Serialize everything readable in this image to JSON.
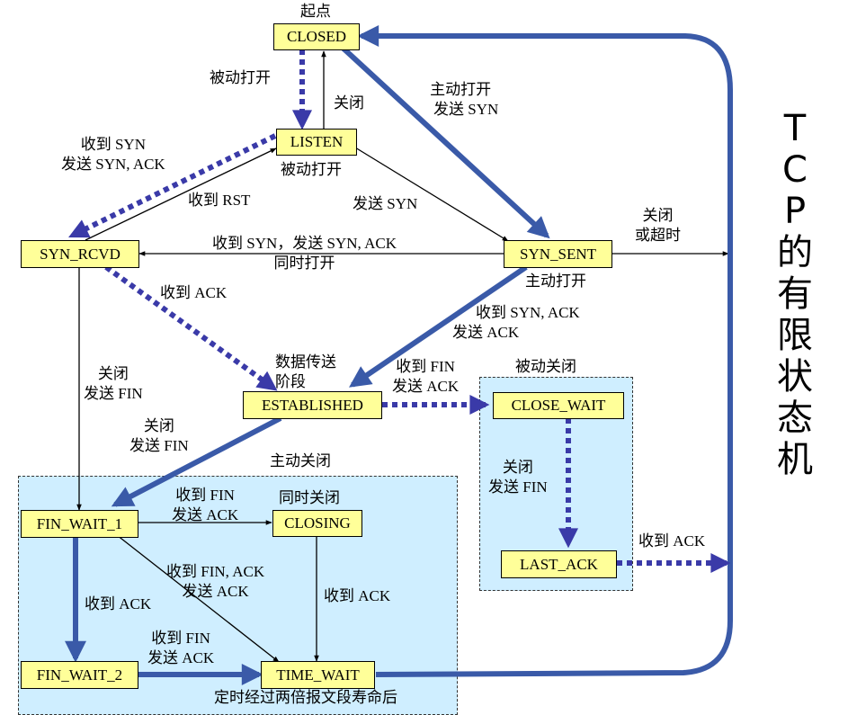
{
  "title": [
    "T",
    "C",
    "P",
    "的",
    "有",
    "限",
    "状",
    "态",
    "机"
  ],
  "start_label": "起点",
  "states": {
    "closed": "CLOSED",
    "listen": "LISTEN",
    "syn_rcvd": "SYN_RCVD",
    "syn_sent": "SYN_SENT",
    "established": "ESTABLISHED",
    "close_wait": "CLOSE_WAIT",
    "last_ack": "LAST_ACK",
    "fin_wait_1": "FIN_WAIT_1",
    "closing": "CLOSING",
    "fin_wait_2": "FIN_WAIT_2",
    "time_wait": "TIME_WAIT"
  },
  "regions": {
    "active_close": "主动关闭",
    "passive_close": "被动关闭"
  },
  "labels": {
    "passive_open_1": "被动打开",
    "close_1": "关闭",
    "active_open_send": [
      "主动打开",
      "发送 SYN"
    ],
    "recv_syn_send_synack": [
      "收到 SYN",
      "发送 SYN, ACK"
    ],
    "passive_open_2": "被动打开",
    "recv_rst": "收到 RST",
    "send_syn": "发送 SYN",
    "close_or_timeout": [
      "关闭",
      "或超时"
    ],
    "simul_open": [
      "收到 SYN，发送 SYN, ACK",
      "同时打开"
    ],
    "recv_ack_1": "收到 ACK",
    "active_open_2": "主动打开",
    "recv_synack_send_ack": [
      "收到 SYN, ACK",
      "发送 ACK"
    ],
    "data_transfer": [
      "数据传送",
      "阶段"
    ],
    "recv_fin_send_ack_1": [
      "收到 FIN",
      "发送 ACK"
    ],
    "close_send_fin_1": [
      "关闭",
      "发送 FIN"
    ],
    "close_send_fin_2": [
      "关闭",
      "发送 FIN"
    ],
    "close_send_fin_3": [
      "关闭",
      "发送 FIN"
    ],
    "recv_fin_send_ack_2": [
      "收到 FIN",
      "发送 ACK"
    ],
    "simul_close": "同时关闭",
    "recv_finack_send_ack": [
      "收到 FIN, ACK",
      "发送 ACK"
    ],
    "recv_ack_2": "收到 ACK",
    "recv_ack_3": "收到 ACK",
    "recv_fin_send_ack_3": [
      "收到 FIN",
      "发送 ACK"
    ],
    "recv_ack_4": "收到 ACK",
    "timeout_2msl": "定时经过两倍报文段寿命后"
  },
  "colors": {
    "state_fill": "#ffff99",
    "region_fill": "#cfeeff",
    "client_path": "#3a5aa8",
    "server_path": "#3a3aa8"
  }
}
